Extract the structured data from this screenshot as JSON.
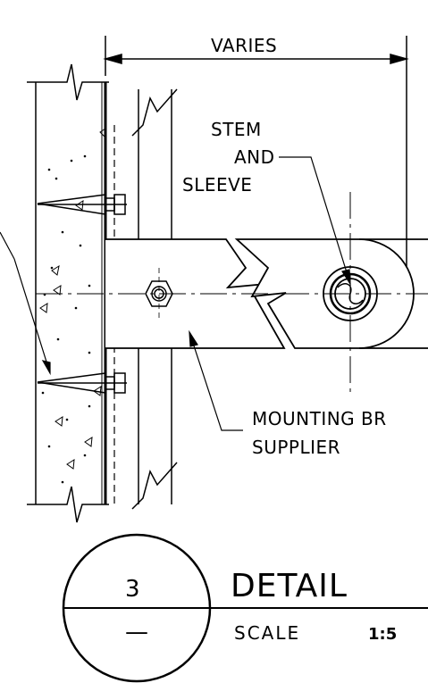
{
  "labels": {
    "dimension": "VARIES",
    "stem_line1": "STEM",
    "stem_line2": "AND",
    "stem_line3": "SLEEVE",
    "mounting_line1": "MOUNTING BR",
    "mounting_line2": "SUPPLIER"
  },
  "title_block": {
    "detail_number": "3",
    "sheet_ref": "—",
    "title": "DETAIL",
    "scale_label": "SCALE",
    "scale_value": "1:5"
  }
}
